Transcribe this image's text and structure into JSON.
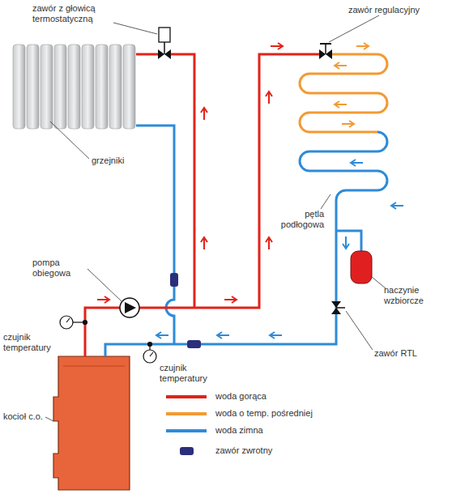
{
  "diagram": {
    "labels": [
      "zawór z głowicą termostatyczną",
      "zawór regulacyjny",
      "grzejniki",
      "pętla podłogowa",
      "pompa obiegowa",
      "naczynie wzbiorcze",
      "czujnik temperatury",
      "czujnik temperatury",
      "zawór RTL",
      "kocioł c.o."
    ],
    "legend": [
      {
        "text": "woda gorąca",
        "color": "#e2231a"
      },
      {
        "text": "woda o temp. pośredniej",
        "color": "#f39a33"
      },
      {
        "text": "woda zimna",
        "color": "#2e8bd8"
      },
      {
        "text": "zawór zwrotny"
      }
    ]
  }
}
